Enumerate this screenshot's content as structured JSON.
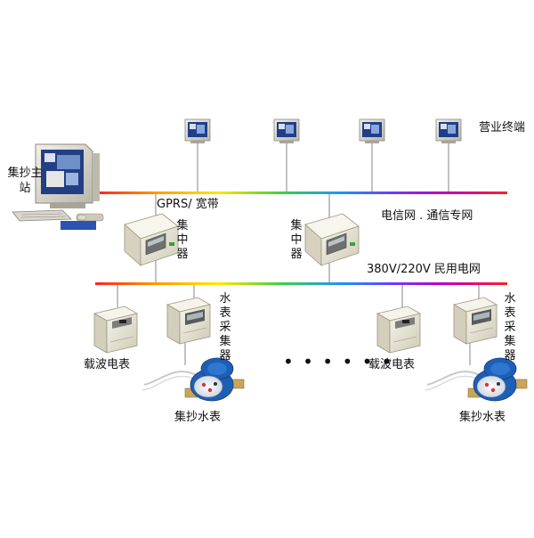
{
  "labels": {
    "master_station": "集抄主站",
    "business_terminal": "营业终端",
    "gprs_broadband": "GPRS/ 宽带",
    "telecom_network": "电信网 . 通信专网",
    "concentrator": "集中器",
    "power_network": "380V/220V 民用电网",
    "water_collector": "水表采集器",
    "carrier_meter": "载波电表",
    "water_meter": "集抄水表",
    "ellipsis": "• • • • • •"
  },
  "colors": {
    "bus_gradient": [
      "#ff2020",
      "#ff9a00",
      "#ffe600",
      "#3fd13f",
      "#1e90ff",
      "#6a3cff",
      "#c000c0",
      "#ff2020"
    ],
    "device_body": "#e9e6d6",
    "meter_blue": "#1d5fb4",
    "meter_brass": "#c9a55a",
    "monitor_screen": "#1f3f8a"
  }
}
